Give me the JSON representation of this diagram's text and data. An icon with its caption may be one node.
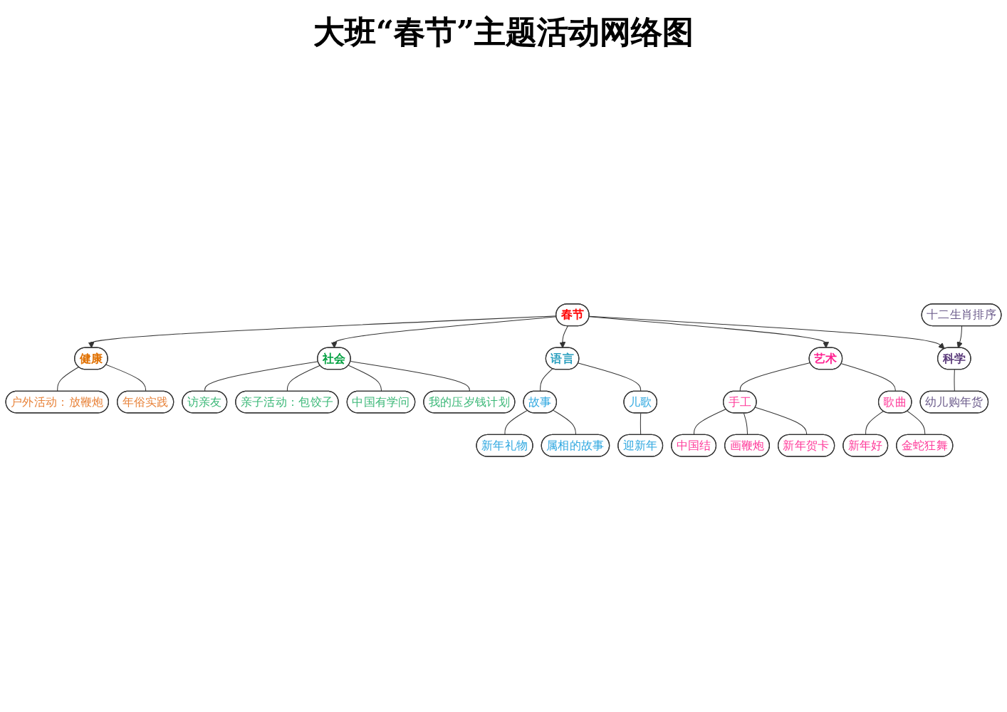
{
  "diagram": {
    "title": "大班“春节”主题活动网络图",
    "nodes": [
      {
        "text": [
          "春节"
        ]
      },
      {
        "text": [
          "健康"
        ]
      },
      {
        "text": [
          "户外活动：放鞭炮"
        ]
      },
      {
        "text": [
          "年俗实践"
        ]
      },
      {
        "text": [
          "社会"
        ]
      },
      {
        "text": [
          "访亲友"
        ]
      },
      {
        "text": [
          "亲子活动：包饺子"
        ]
      },
      {
        "text": [
          "中国有学问"
        ]
      },
      {
        "text": [
          "我的压岁钱计划"
        ]
      },
      {
        "text": [
          "语言"
        ]
      },
      {
        "text": [
          "故事"
        ]
      },
      {
        "text": [
          "新年礼物"
        ]
      },
      {
        "text": [
          "属相的故事"
        ]
      },
      {
        "text": [
          "儿歌"
        ]
      },
      {
        "text": [
          "迎新年"
        ]
      },
      {
        "text": [
          "艺术"
        ]
      },
      {
        "text": [
          "手工"
        ]
      },
      {
        "text": [
          "中国结"
        ]
      },
      {
        "text": [
          "画鞭炮"
        ]
      },
      {
        "text": [
          "新年贺卡"
        ]
      },
      {
        "text": [
          "歌曲"
        ]
      },
      {
        "text": [
          "新年好"
        ]
      },
      {
        "text": [
          "金蛇狂舞"
        ]
      },
      {
        "text": [
          "科学"
        ]
      },
      {
        "text": [
          "十二生肖排序"
        ]
      },
      {
        "text": [
          "幼儿购年货"
        ]
      }
    ],
    "edges": [
      {
        "from": 0,
        "to": 1,
        "arrow": "to"
      },
      {
        "from": 0,
        "to": 4,
        "arrow": "to"
      },
      {
        "from": 0,
        "to": 9,
        "arrow": "to"
      },
      {
        "from": 0,
        "to": 15,
        "arrow": "to"
      },
      {
        "from": 0,
        "to": 23,
        "arrow": "to"
      },
      {
        "from": 1,
        "to": 2,
        "arrow": "none"
      },
      {
        "from": 1,
        "to": 3,
        "arrow": "none"
      },
      {
        "from": 4,
        "to": 5,
        "arrow": "none"
      },
      {
        "from": 4,
        "to": 6,
        "arrow": "none"
      },
      {
        "from": 4,
        "to": 7,
        "arrow": "none"
      },
      {
        "from": 4,
        "to": 8,
        "arrow": "none"
      },
      {
        "from": 9,
        "to": 10,
        "arrow": "none"
      },
      {
        "from": 9,
        "to": 13,
        "arrow": "none"
      },
      {
        "from": 10,
        "to": 11,
        "arrow": "none"
      },
      {
        "from": 10,
        "to": 12,
        "arrow": "none"
      },
      {
        "from": 13,
        "to": 14,
        "arrow": "none"
      },
      {
        "from": 15,
        "to": 16,
        "arrow": "none"
      },
      {
        "from": 15,
        "to": 20,
        "arrow": "none"
      },
      {
        "from": 16,
        "to": 17,
        "arrow": "none"
      },
      {
        "from": 16,
        "to": 18,
        "arrow": "none"
      },
      {
        "from": 16,
        "to": 19,
        "arrow": "none"
      },
      {
        "from": 20,
        "to": 21,
        "arrow": "none"
      },
      {
        "from": 20,
        "to": 22,
        "arrow": "none"
      },
      {
        "from": 24,
        "to": 23,
        "arrow": "to"
      },
      {
        "from": 23,
        "to": 25,
        "arrow": "none"
      }
    ]
  }
}
